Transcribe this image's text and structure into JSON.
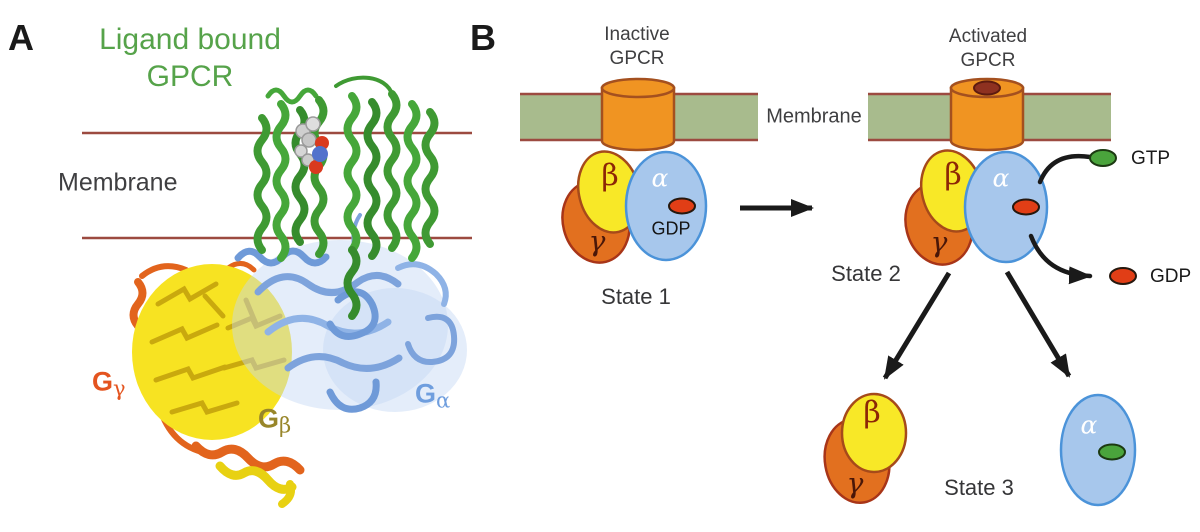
{
  "figure": {
    "type": "diagram",
    "description": "GPCR / heterotrimeric G protein activation cycle"
  },
  "colors": {
    "panel_label": "#1a1a1a",
    "title_green": "#56a34a",
    "text_dark": "#3f3f41",
    "membrane_line": "#9c4a40",
    "membrane_fill": "#a8bb8d",
    "receptor_orange": "#f09422",
    "receptor_outline": "#a4501f",
    "activated_spot_maroon": "#8e3120",
    "beta_yellow": "#f8e827",
    "gamma_orange": "#e2701f",
    "alpha_blue": "#a7c7ec",
    "alpha_outline": "#4b93d9",
    "gdp_red": "#e13e16",
    "gtp_green": "#4aa43c",
    "g_gamma_label": "#e4541f",
    "g_beta_label": "#98862a",
    "g_alpha_label": "#6f9ede",
    "ribbon_green": "#3f9a33",
    "ribbon_blue": "#7da3dc",
    "ribbon_yellow": "#f7e322",
    "ribbon_orange": "#e2641d",
    "arrow_black": "#1a1a1a"
  },
  "panelA": {
    "label": "A",
    "title": [
      "Ligand bound",
      "GPCR"
    ],
    "membrane_label": "Membrane",
    "g_gamma": {
      "base": "G",
      "sub": "γ"
    },
    "g_beta": {
      "base": "G",
      "sub": "β"
    },
    "g_alpha": {
      "base": "G",
      "sub": "α"
    }
  },
  "panelB": {
    "label": "B",
    "membrane_label": "Membrane",
    "state1": {
      "title": [
        "Inactive",
        "GPCR"
      ],
      "beta": "β",
      "gamma": "γ",
      "alpha": "α",
      "gdp_label": "GDP",
      "caption": "State 1"
    },
    "state2": {
      "title": [
        "Activated",
        "GPCR"
      ],
      "beta": "β",
      "gamma": "γ",
      "alpha": "α",
      "gtp_label": "GTP",
      "gdp_label": "GDP",
      "caption": "State 2"
    },
    "state3": {
      "beta": "β",
      "gamma": "γ",
      "alpha": "α",
      "caption": "State 3"
    }
  }
}
